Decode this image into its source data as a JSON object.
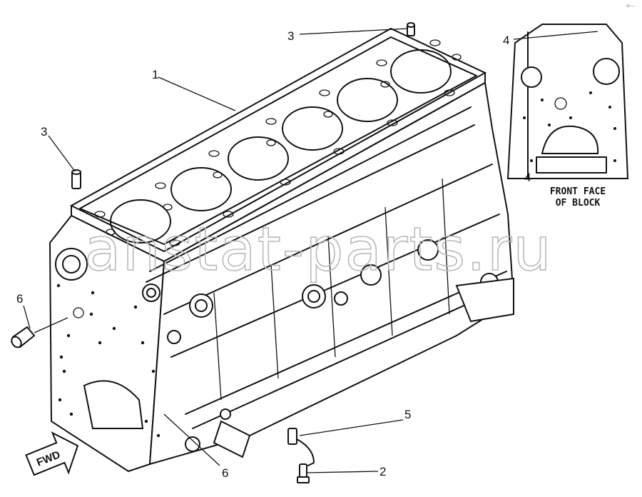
{
  "callouts": {
    "c1": "1",
    "c2": "2",
    "c3a": "3",
    "c3b": "3",
    "c4a": "4",
    "c4b": "4",
    "c5": "5",
    "c6a": "6",
    "c6b": "6"
  },
  "inset": {
    "caption_line1": "FRONT FACE",
    "caption_line2": "OF BLOCK"
  },
  "arrow": {
    "label": "FWD"
  },
  "watermark": "anstat-parts.ru",
  "corner_mark": "a—"
}
